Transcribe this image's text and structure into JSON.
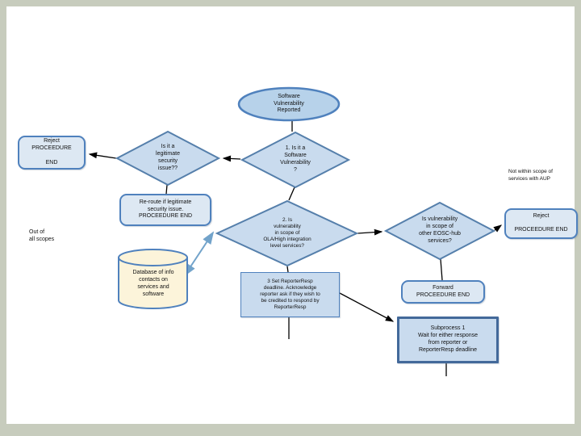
{
  "colors": {
    "node_border": "#4f81bd",
    "diamond_fill": "#c9dbee",
    "rounded_fill": "#dde8f3",
    "oval_fill": "#b7d2ea",
    "cylinder_fill": "#fcf4da",
    "subprocess_border": "#43699a",
    "connector_black": "#000000",
    "connector_blue": "#72a3ca",
    "frame": "#c7ccbd"
  },
  "nodes": {
    "start": {
      "type": "oval",
      "label": "Software\nVulnerability\nReported"
    },
    "reject_end_left": {
      "type": "rounded",
      "label": "Reject\nPROCEEDURE\n\nEND"
    },
    "legitimate_issue": {
      "type": "diamond",
      "label": "Is it a\nlegitimate\nsecurity\nissue??"
    },
    "software_vulnerability": {
      "type": "diamond",
      "label": "1. Is it a\nSoftware\nVulnerability\n?"
    },
    "reroute": {
      "type": "rounded",
      "label": "Re-route if legitimate\nsecurity issue.\nPROCEEDURE END"
    },
    "ola_scope": {
      "type": "diamond",
      "label": "2. Is\nvulnerability\nin scope of\nOLA/High integration\nlevel services?"
    },
    "eosc_hub_scope": {
      "type": "diamond",
      "label": "Is vulnerability\nin scope of\nother EOSC-hub\nservices?"
    },
    "reject_end_right": {
      "type": "rounded",
      "label": "Reject\n\nPROCEEDURE END"
    },
    "database": {
      "type": "cylinder",
      "label": "Database of info\ncontacts on\nservices and\nsoftware"
    },
    "set_deadline": {
      "type": "rect",
      "label": "3 Set ReporterResp\ndeadline. Acknowledge\nreporter ask if they wish to\nbe credited to respond by\nReporterResp"
    },
    "forward_end": {
      "type": "rounded",
      "label": "Forward\nPROCEEDURE END"
    },
    "subprocess1": {
      "type": "subprocess",
      "label": "Subprocess 1\nWait for either response\nfrom reporter or\nReporterResp deadline"
    }
  },
  "annotations": {
    "not_within_scope": "Not within scope of\nservices with AUP",
    "out_of_all_scopes": "Out of\nall scopes"
  }
}
